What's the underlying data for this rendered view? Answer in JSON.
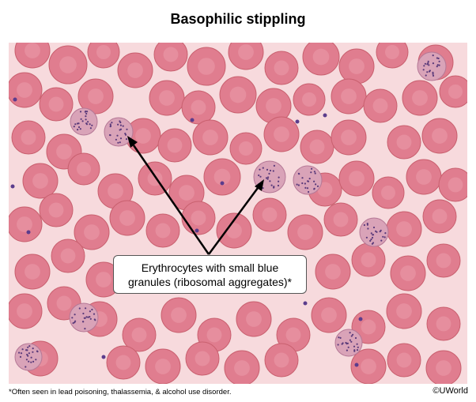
{
  "title": "Basophilic stippling",
  "figure": {
    "background_color": "#f7dadd",
    "cell_color": "#e07d8f",
    "stippled_cell_color": "#d9a3b8",
    "granule_color": "#5a3a7a",
    "platelet_color": "#5b3c8c"
  },
  "callout": {
    "line1": "Erythrocytes with small blue",
    "line2": "granules (ribosomal aggregates)*"
  },
  "footnote": "*Often seen in lead poisoning, thalassemia, & alcohol use disorder.",
  "copyright": "©UWorld"
}
